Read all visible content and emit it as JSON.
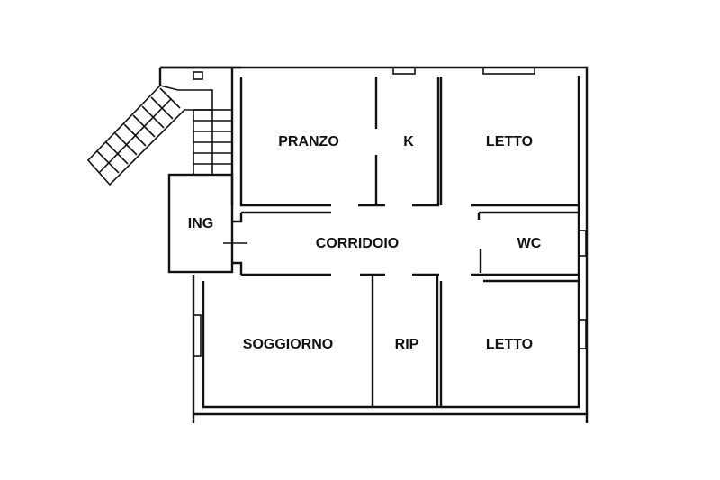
{
  "plan": {
    "rooms": [
      {
        "id": "pranzo",
        "label": "PRANZO"
      },
      {
        "id": "k",
        "label": "K"
      },
      {
        "id": "letto1",
        "label": "LETTO"
      },
      {
        "id": "ing",
        "label": "ING"
      },
      {
        "id": "corridoio",
        "label": "CORRIDOIO"
      },
      {
        "id": "wc",
        "label": "WC"
      },
      {
        "id": "soggiorno",
        "label": "SOGGIORNO"
      },
      {
        "id": "rip",
        "label": "RIP"
      },
      {
        "id": "letto2",
        "label": "LETTO"
      }
    ],
    "line_color": "#111111"
  }
}
